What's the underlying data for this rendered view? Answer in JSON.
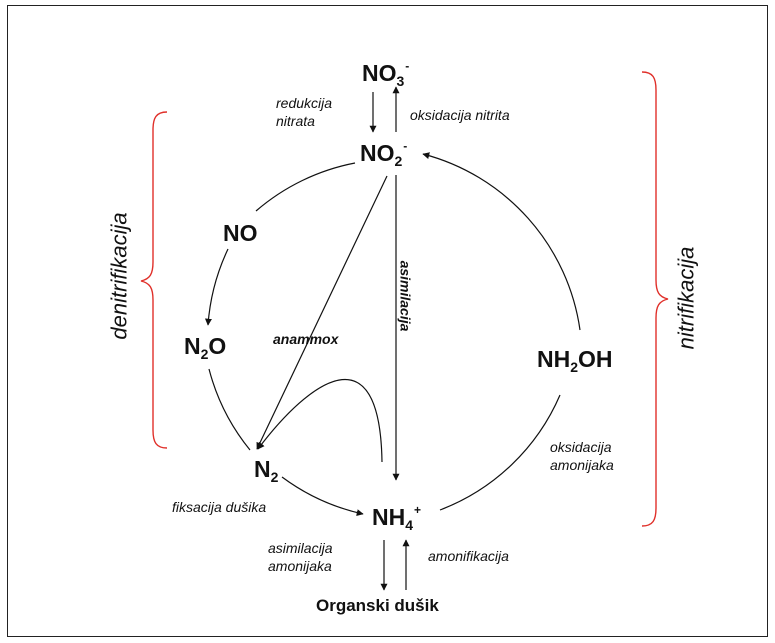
{
  "species": {
    "no3": {
      "base": "NO",
      "sub": "3",
      "sup": "-"
    },
    "no2": {
      "base": "NO",
      "sub": "2",
      "sup": "-"
    },
    "no": {
      "base": "NO"
    },
    "n2o": {
      "base": "N",
      "sub": "2",
      "tail": "O"
    },
    "n2": {
      "base": "N",
      "sub": "2"
    },
    "nh4": {
      "base": "NH",
      "sub": "4",
      "sup": "+"
    },
    "nh2oh": {
      "base": "NH",
      "sub": "2",
      "tail": "OH"
    },
    "organic": "Organski dušik"
  },
  "processes": {
    "nitrate_reduction": [
      "redukcija",
      "nitrata"
    ],
    "nitrite_oxidation": "oksidacija nitrita",
    "anammox": "anammox",
    "assimilation": "asimilacija",
    "ammonia_oxidation": [
      "oksidacija",
      "amonijaka"
    ],
    "nitrogen_fixation": "fiksacija dušika",
    "ammonium_assimilation": [
      "asimilacija",
      "amonijaka"
    ],
    "ammonification": "amonifikacija"
  },
  "brackets": {
    "left": "denitrifikacija",
    "right": "nitrifikacija",
    "color": "#e0302a"
  }
}
